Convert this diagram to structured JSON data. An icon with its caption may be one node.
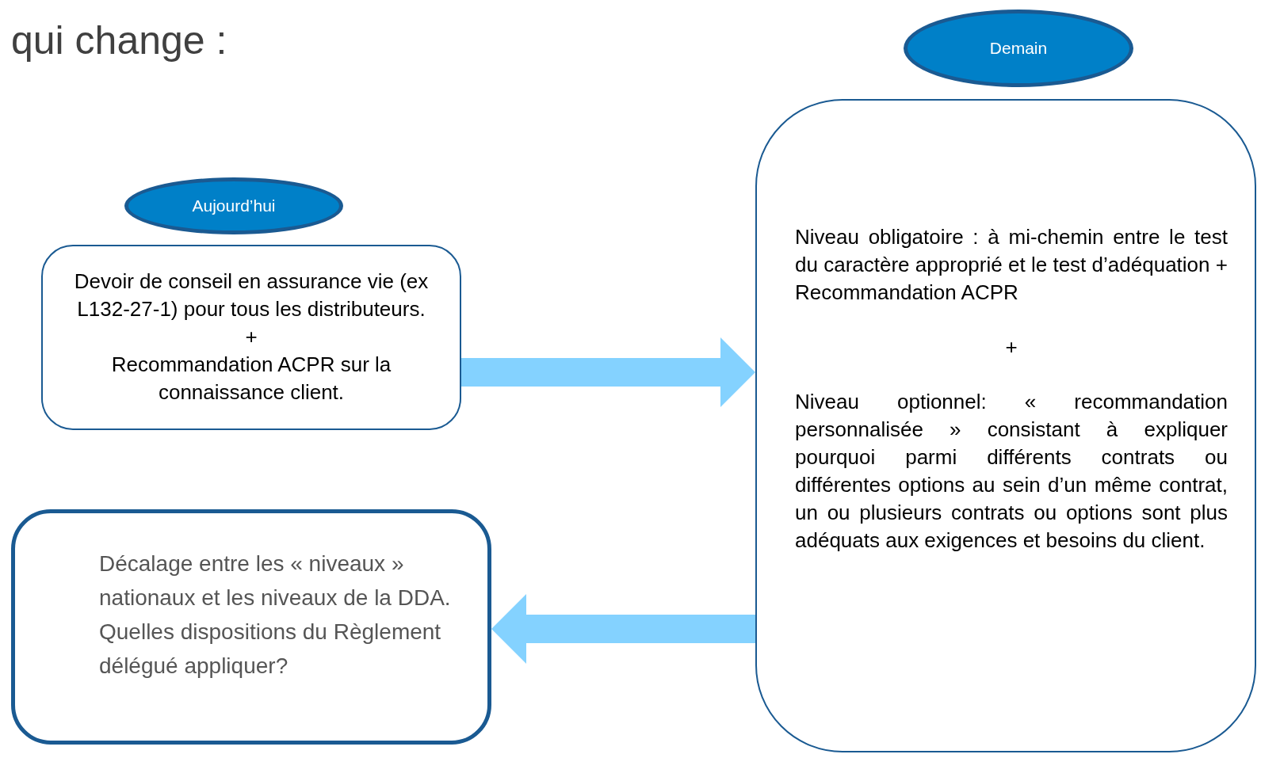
{
  "diagram": {
    "title": "qui change :",
    "nodes": [
      {
        "text": [
          "Aujourd’hui"
        ]
      },
      {
        "text": [
          "Devoir de conseil en assurance vie (ex L132-27-1) pour tous les distributeurs.",
          "+",
          "Recommandation ACPR sur la connaissance client."
        ]
      },
      {
        "text": [
          "Demain"
        ]
      },
      {
        "text": [
          "Niveau obligatoire : à mi-chemin entre le test du  caractère approprié et le test d’adéquation + Recommandation  ACPR",
          "+",
          "Niveau optionnel: « recommandation personnalisée » consistant à expliquer pourquoi parmi différents  contrats ou différentes options au sein d’un même contrat, un ou plusieurs contrats ou options sont plus adéquats aux exigences et besoins du client."
        ]
      },
      {
        "text": [
          "Décalage entre les  « niveaux » nationaux et les niveaux  de la DDA. Quelles dispositions du Règlement délégué appliquer?"
        ]
      }
    ],
    "edges": [
      {
        "from": 1,
        "to": 3,
        "arrow": "to"
      },
      {
        "from": 3,
        "to": 4,
        "arrow": "to"
      }
    ]
  }
}
